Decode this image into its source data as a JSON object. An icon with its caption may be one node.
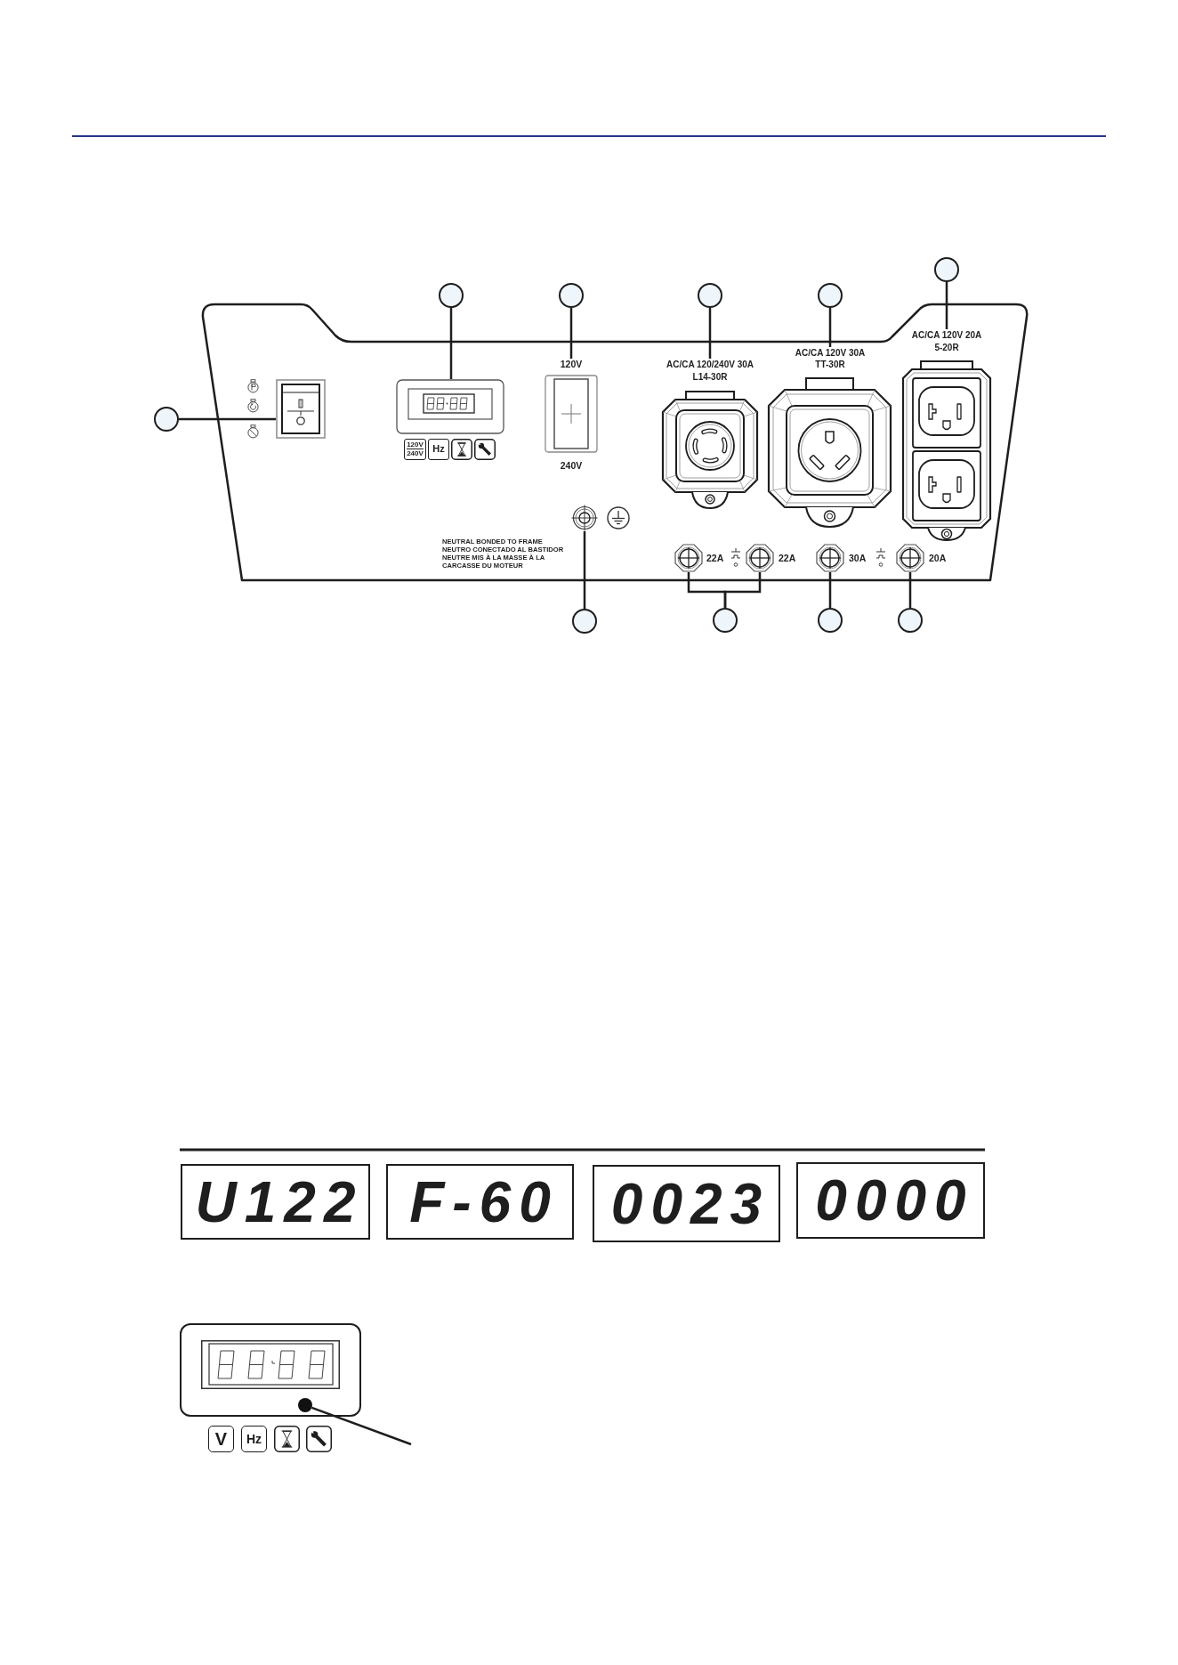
{
  "diagram": {
    "nodes": [
      {
        "text": [],
        "shape": "circle"
      },
      {
        "text": [],
        "shape": "picture"
      },
      {
        "text": [],
        "shape": "circle"
      },
      {
        "text": [],
        "shape": "picture"
      },
      {
        "text": [
          "120V",
          "240V"
        ]
      },
      {
        "text": [
          "Hz"
        ]
      },
      {
        "text": [],
        "shape": "picture"
      },
      {
        "text": [],
        "shape": "picture"
      },
      {
        "text": [],
        "shape": "circle"
      },
      {
        "text": [
          "120V",
          "240V"
        ]
      },
      {
        "text": [],
        "shape": "circle"
      },
      {
        "text": [
          "AC/CA 120/240V 30A",
          "L14-30R"
        ]
      },
      {
        "text": [],
        "shape": "circle"
      },
      {
        "text": [
          "AC/CA 120V 30A",
          "TT-30R"
        ]
      },
      {
        "text": [],
        "shape": "circle"
      },
      {
        "text": [
          "AC/CA 120V 20A",
          "5-20R"
        ]
      },
      {
        "text": [],
        "shape": "picture"
      },
      {
        "text": [],
        "shape": "circle"
      },
      {
        "text": [],
        "shape": "picture",
        "beside": [
          "22A"
        ]
      },
      {
        "text": [],
        "shape": "picture",
        "beside": [
          "22A"
        ]
      },
      {
        "text": [],
        "shape": "circle"
      },
      {
        "text": [],
        "shape": "picture",
        "beside": [
          "30A"
        ]
      },
      {
        "text": [],
        "shape": "circle"
      },
      {
        "text": [],
        "shape": "picture",
        "beside": [
          "20A"
        ]
      },
      {
        "text": [],
        "shape": "circle"
      },
      {
        "text": [
          "U122"
        ]
      },
      {
        "text": [
          "F-60"
        ]
      },
      {
        "text": [
          "0023"
        ]
      },
      {
        "text": [
          "0000"
        ]
      },
      {
        "text": [],
        "shape": "box"
      },
      {
        "text": [],
        "shape": "circle",
        "in": 29
      },
      {
        "text": [
          "V"
        ]
      },
      {
        "text": [
          "Hz"
        ]
      },
      {
        "text": [],
        "shape": "picture"
      },
      {
        "text": [],
        "shape": "picture"
      }
    ],
    "edges": [
      {
        "from": 0,
        "to": 1,
        "arrow": "none"
      },
      {
        "from": 2,
        "to": 3,
        "arrow": "none"
      },
      {
        "from": 8,
        "to": 9,
        "arrow": "none"
      },
      {
        "from": 10,
        "to": 11,
        "arrow": "none"
      },
      {
        "from": 12,
        "to": 13,
        "arrow": "none"
      },
      {
        "from": 14,
        "to": 15,
        "arrow": "none"
      },
      {
        "from": 17,
        "to": 16,
        "arrow": "none"
      },
      {
        "from": 20,
        "to": 18,
        "arrow": "none"
      },
      {
        "from": 20,
        "to": 19,
        "arrow": "none"
      },
      {
        "from": 22,
        "to": 21,
        "arrow": "none"
      },
      {
        "from": 24,
        "to": 23,
        "arrow": "none"
      },
      {
        "from": null,
        "to": 30,
        "arrow": "none"
      }
    ],
    "labels": [
      "NEUTRAL BONDED TO FRAME",
      "NEUTRO CONECTADO AL BASTIDOR",
      "NEUTRE MIS À LA MASSE À LA CARCASSE DU MOTEUR"
    ]
  }
}
